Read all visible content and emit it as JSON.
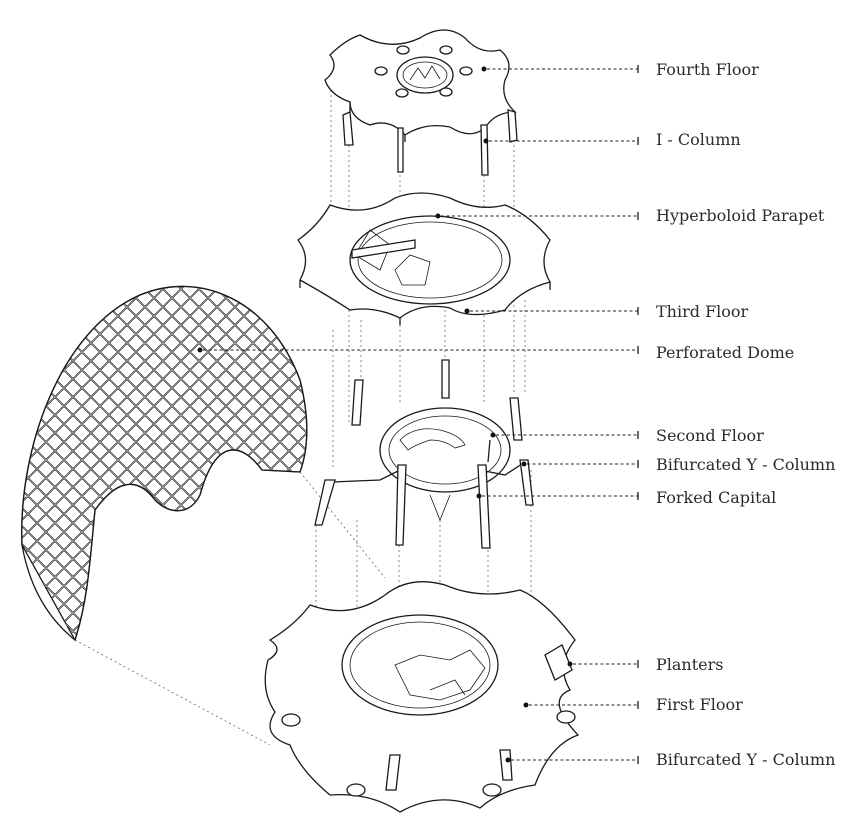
{
  "labels": {
    "fourth_floor": "Fourth Floor",
    "i_column": "I - Column",
    "hyperboloid_parapet": "Hyperboloid Parapet",
    "third_floor": "Third Floor",
    "perforated_dome": "Perforated Dome",
    "second_floor": "Second Floor",
    "bifurcated_y_column_upper": "Bifurcated Y - Column",
    "forked_capital": "Forked Capital",
    "planters": "Planters",
    "first_floor": "First Floor",
    "bifurcated_y_column_lower": "Bifurcated Y - Column"
  }
}
